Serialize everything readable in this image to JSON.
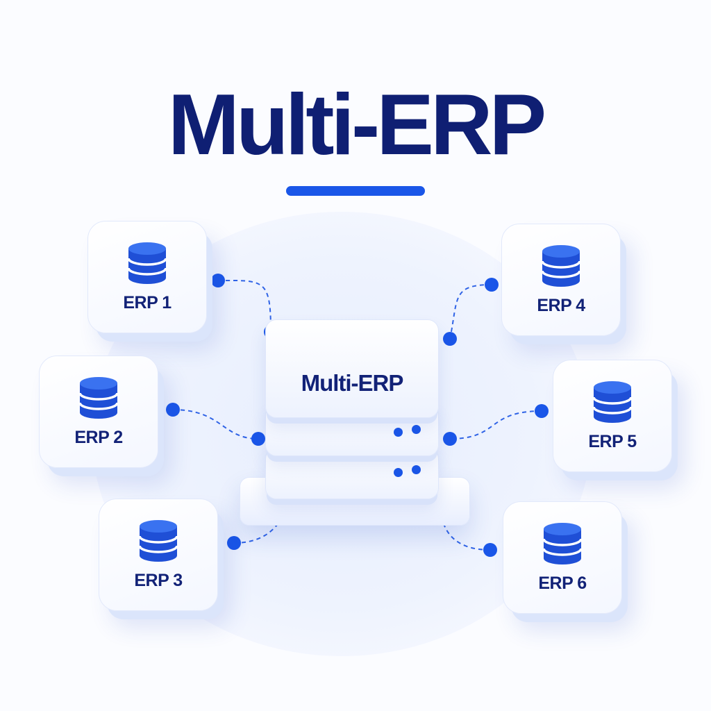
{
  "title": "Multi-ERP",
  "hub": {
    "label": "Multi-ERP"
  },
  "nodes": [
    {
      "label": "ERP 1",
      "icon": "database-icon"
    },
    {
      "label": "ERP 2",
      "icon": "database-icon"
    },
    {
      "label": "ERP 3",
      "icon": "database-icon"
    },
    {
      "label": "ERP 4",
      "icon": "database-icon"
    },
    {
      "label": "ERP 5",
      "icon": "database-icon"
    },
    {
      "label": "ERP 6",
      "icon": "database-icon"
    }
  ],
  "colors": {
    "title": "#0f1f73",
    "accent": "#1a56e8",
    "label": "#122277",
    "card": "#ffffff",
    "halo": "#e7eefd"
  }
}
